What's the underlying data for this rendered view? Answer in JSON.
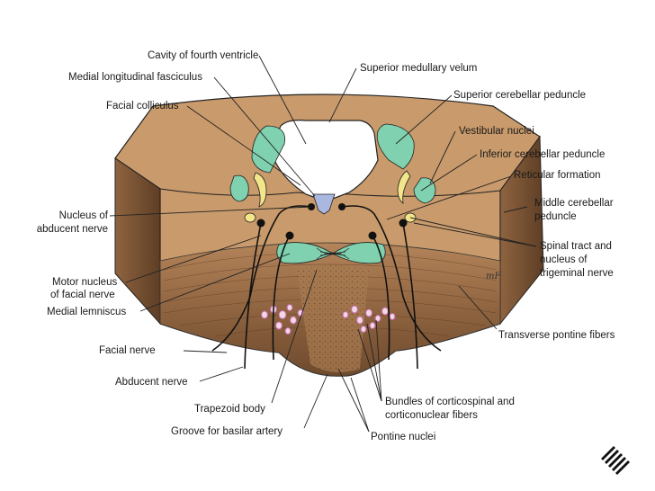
{
  "labels": {
    "cavity_fourth_ventricle": "Cavity of fourth ventricle",
    "medial_longitudinal_fasciculus": "Medial longitudinal fasciculus",
    "facial_colliculus": "Facial colliculus",
    "nucleus_abducent_1": "Nucleus of",
    "nucleus_abducent_2": "abducent nerve",
    "motor_nucleus_facial_1": "Motor nucleus",
    "motor_nucleus_facial_2": "of facial nerve",
    "medial_lemniscus": "Medial lemniscus",
    "facial_nerve": "Facial nerve",
    "abducent_nerve": "Abducent nerve",
    "trapezoid_body": "Trapezoid body",
    "groove_basilar_artery": "Groove for basilar artery",
    "superior_medullary_velum": "Superior medullary velum",
    "superior_cerebellar_peduncle": "Superior cerebellar peduncle",
    "vestibular_nuclei": "Vestibular nuclei",
    "inferior_cerebellar_peduncle": "Inferior cerebellar peduncle",
    "reticular_formation": "Reticular formation",
    "middle_cerebellar_peduncle_1": "Middle cerebellar",
    "middle_cerebellar_peduncle_2": "peduncle",
    "spinal_tract_1": "Spinal tract and",
    "spinal_tract_2": "nucleus of",
    "spinal_tract_3": "trigeminal nerve",
    "transverse_pontine_fibers": "Transverse pontine fibers",
    "bundles_1": "Bundles of corticospinal and",
    "bundles_2": "corticonuclear fibers",
    "pontine_nuclei": "Pontine nuclei"
  },
  "signature": "mF",
  "logo": "publisher-logo",
  "colors": {
    "tissue": "#c99a6b",
    "tissue_dark": "#8a5f3a",
    "nucleus_green": "#7fd1b0",
    "tract_yellow": "#f3e58a",
    "mlf_blue": "#aab8e0",
    "fiber_pink": "#c46aa8",
    "line": "#1a1a1a"
  }
}
